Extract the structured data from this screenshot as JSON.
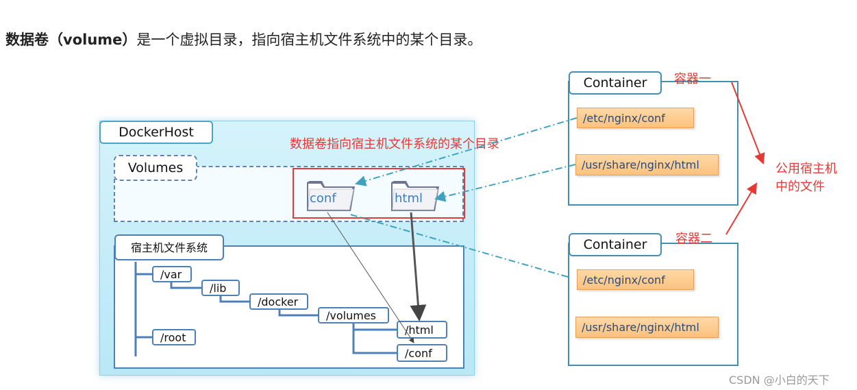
{
  "heading": {
    "bold": "数据卷（volume）",
    "rest": "是一个虚拟目录，指向宿主机文件系统中的某个目录。"
  },
  "host": {
    "title": "DockerHost",
    "volumes_label": "Volumes",
    "annotation": "数据卷指向宿主机文件系统的某个目录",
    "folders": [
      "conf",
      "html"
    ],
    "fs_label": "宿主机文件系统",
    "fs_nodes": [
      "/var",
      "/lib",
      "/docker",
      "/volumes",
      "/html",
      "/conf",
      "/root"
    ]
  },
  "containers": [
    {
      "title": "Container",
      "tag": "容器一",
      "paths": [
        "/etc/nginx/conf",
        "/usr/share/nginx/html"
      ]
    },
    {
      "title": "Container",
      "tag": "容器二",
      "paths": [
        "/etc/nginx/conf",
        "/usr/share/nginx/html"
      ]
    }
  ],
  "shared_note": "公用宿主机中的文件",
  "shared_note_lines": [
    "公用宿主机",
    "中的文件"
  ],
  "watermark": "CSDN @小白的天下",
  "colors": {
    "accent_red": "#e53935",
    "container_border": "#3f8fb0",
    "path_fill": "#fbc27d",
    "fs_border": "#4d7fb8",
    "dash_line": "#3fa3c0"
  }
}
